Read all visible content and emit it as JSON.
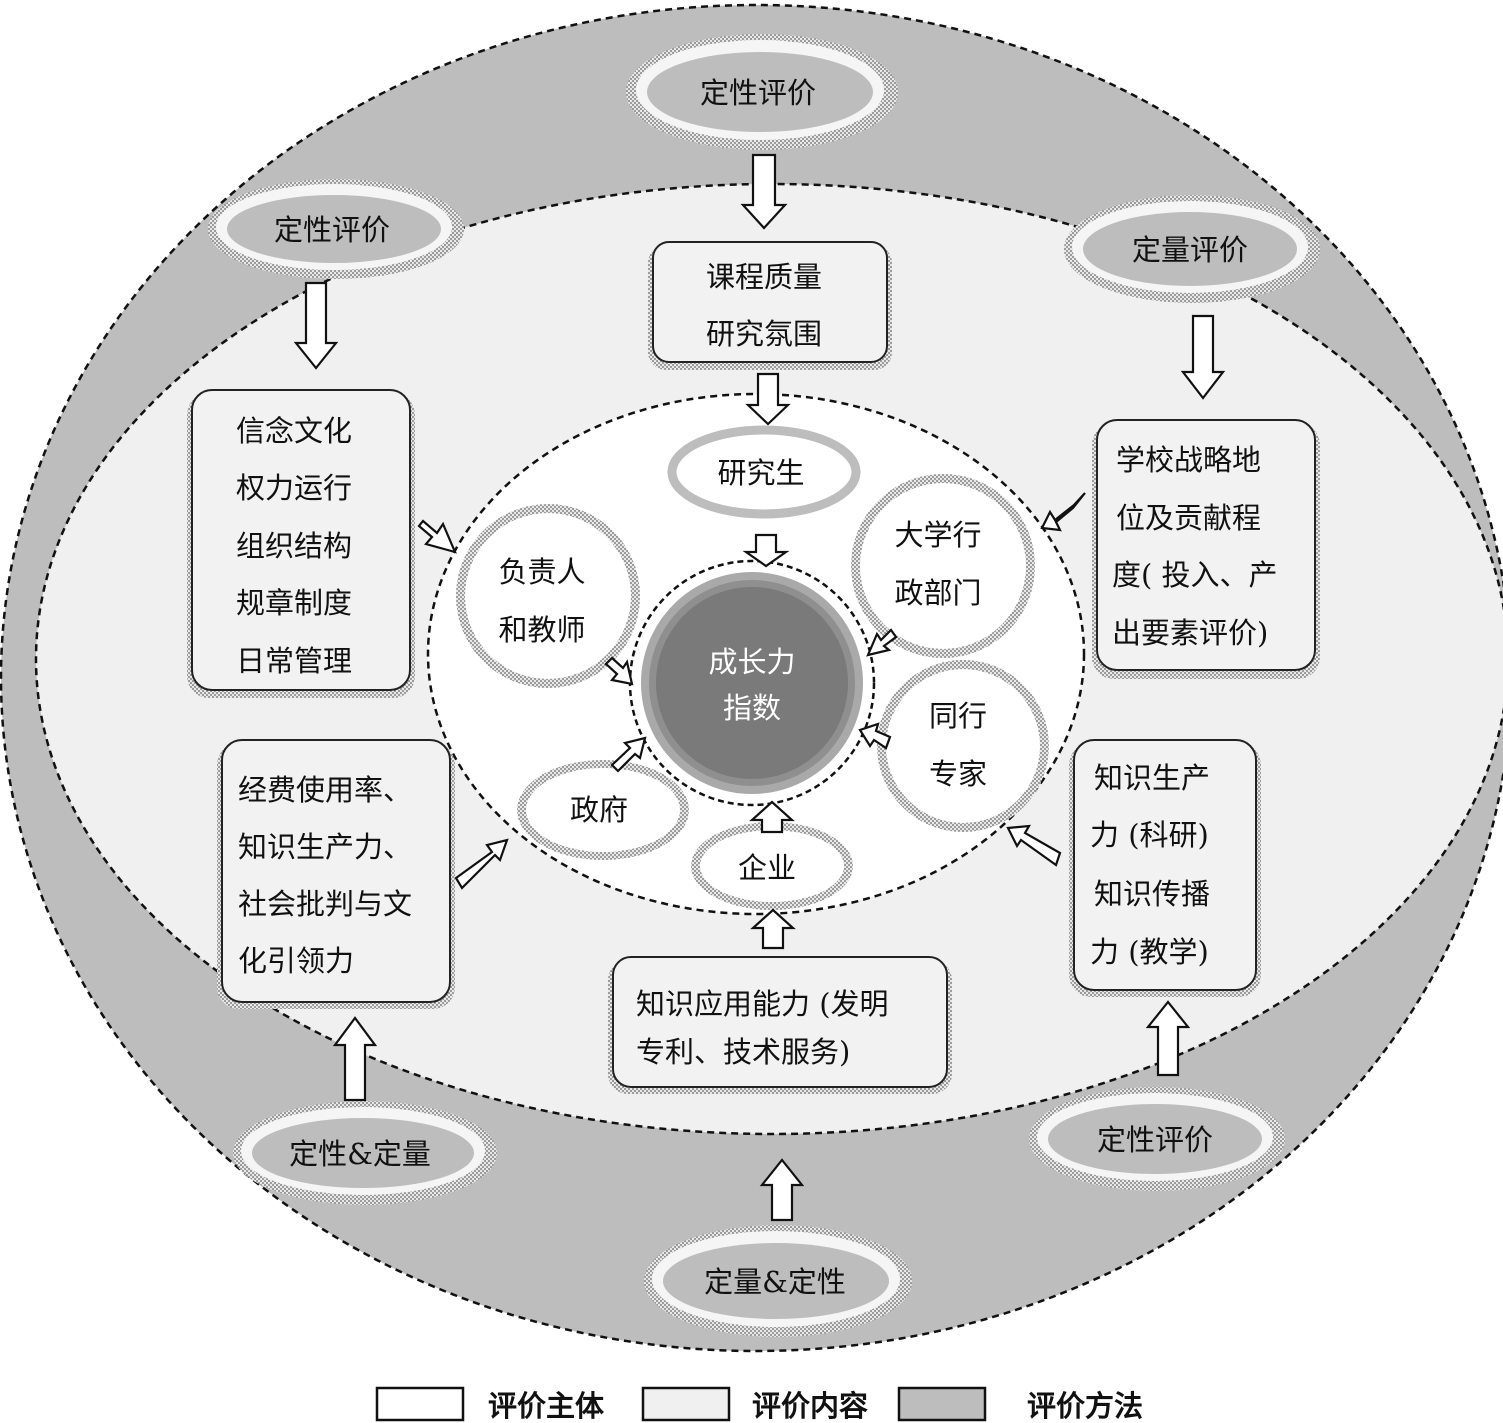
{
  "center": {
    "lines": [
      "成长力",
      "指数"
    ]
  },
  "subjects": [
    {
      "id": "graduate",
      "lines": [
        "研究生"
      ]
    },
    {
      "id": "teachers",
      "lines": [
        "负责人",
        "和教师"
      ]
    },
    {
      "id": "admin",
      "lines": [
        "大学行",
        "政部门"
      ]
    },
    {
      "id": "government",
      "lines": [
        "政府"
      ]
    },
    {
      "id": "peers",
      "lines": [
        "同行",
        "专家"
      ]
    },
    {
      "id": "enterprise",
      "lines": [
        "企业"
      ]
    }
  ],
  "contents": [
    {
      "id": "course",
      "lines": [
        "课程质量",
        "研究氛围"
      ]
    },
    {
      "id": "culture",
      "lines": [
        "信念文化",
        "权力运行",
        "组织结构",
        "规章制度",
        "日常管理"
      ]
    },
    {
      "id": "strategy",
      "lines": [
        "学校战略地",
        "位及贡献程",
        "度( 投入、产",
        "出要素评价)"
      ]
    },
    {
      "id": "funding",
      "lines": [
        "经费使用率、",
        "知识生产力、",
        "社会批判与文",
        "化引领力"
      ]
    },
    {
      "id": "knowledge",
      "lines": [
        "知识生产",
        "力 (科研)",
        "知识传播",
        "力 (教学)"
      ]
    },
    {
      "id": "application",
      "lines": [
        "知识应用能力 (发明",
        "专利、技术服务)"
      ]
    }
  ],
  "methods": [
    {
      "id": "top",
      "label": "定性评价"
    },
    {
      "id": "upper-left",
      "label": "定性评价"
    },
    {
      "id": "upper-right",
      "label": "定量评价"
    },
    {
      "id": "lower-left",
      "label": "定性&定量"
    },
    {
      "id": "lower-right",
      "label": "定性评价"
    },
    {
      "id": "bottom",
      "label": "定量&定性"
    }
  ],
  "legend": [
    {
      "label": "评价主体",
      "color": "#ffffff"
    },
    {
      "label": "评价内容",
      "color": "#f0f0f0"
    },
    {
      "label": "评价方法",
      "color": "#bdbdbd"
    }
  ],
  "colors": {
    "outer_ring": "#bdbdbd",
    "middle_ring": "#f0f0f0",
    "inner_ring": "#ffffff",
    "center_fill": "#7a7a7a",
    "center_text": "#ffffff"
  }
}
